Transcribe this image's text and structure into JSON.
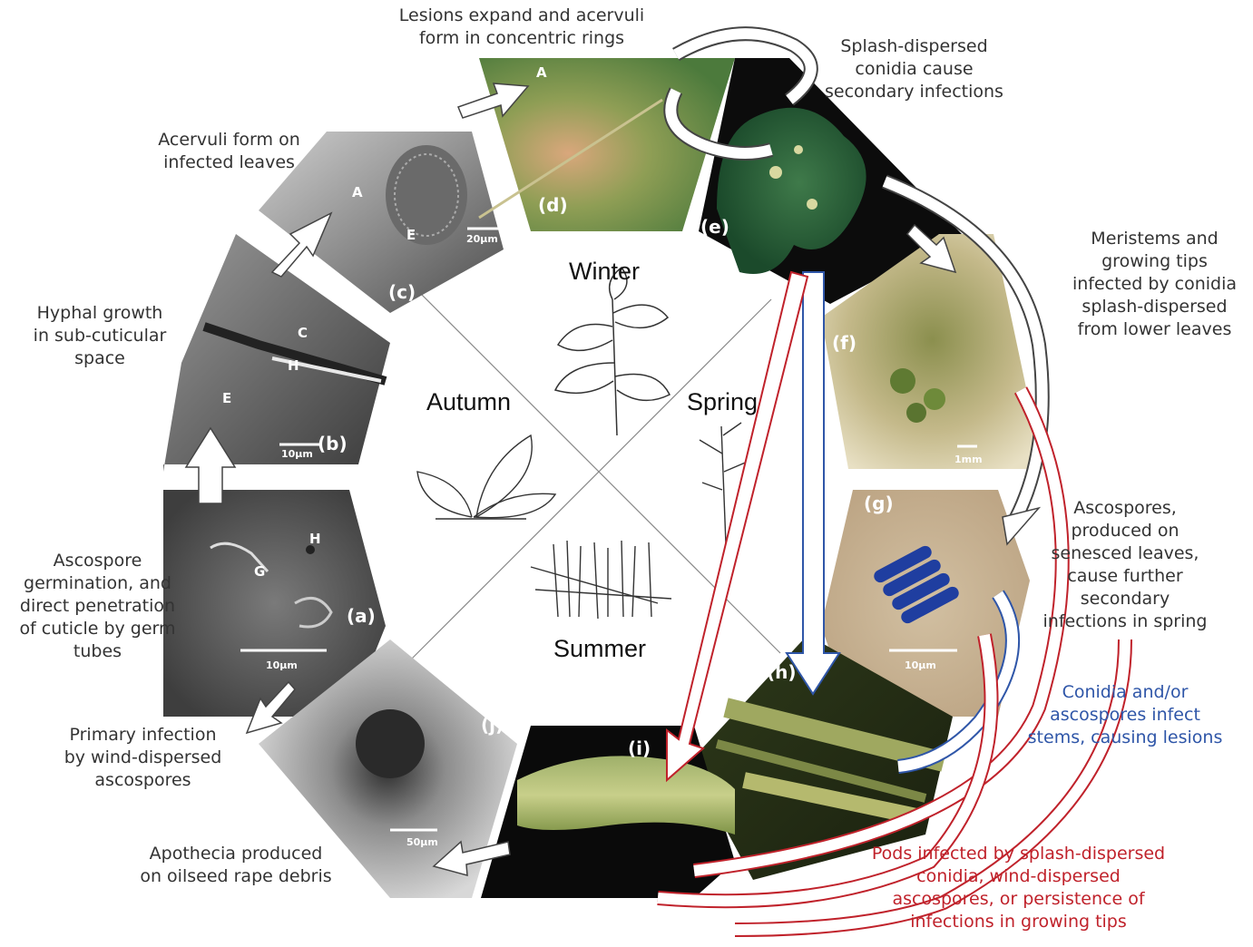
{
  "captions": {
    "a": "Ascospore\ngermination, and\ndirect penetration\nof cuticle by germ\ntubes",
    "b": "Hyphal growth\nin sub-cuticular\nspace",
    "c": "Acervuli form on\ninfected leaves",
    "d": "Lesions expand and acervuli\nform in concentric rings",
    "e": "Splash-dispersed\nconidia cause\nsecondary infections",
    "f": "Meristems and\ngrowing tips\ninfected by conidia\nsplash-dispersed\nfrom lower leaves",
    "g": "Ascospores,\nproduced  on\nsenesced leaves,\ncause further\nsecondary\ninfections in spring",
    "h": "Conidia and/or\nascospores infect\nstems, causing lesions",
    "i": "Pods infected by splash-dispersed\nconidia, wind-dispersed\nascospores, or persistence of\ninfections in growing tips",
    "j": "Primary infection\nby wind-dispersed\nascospores",
    "k": "Apothecia produced\non oilseed rape debris"
  },
  "seasons": {
    "winter": "Winter",
    "spring": "Spring",
    "summer": "Summer",
    "autumn": "Autumn"
  },
  "panel_labels": {
    "a": "(a)",
    "b": "(b)",
    "c": "(c)",
    "d": "(d)",
    "e": "(e)",
    "f": "(f)",
    "g": "(g)",
    "h": "(h)",
    "i": "(i)",
    "j": "(j)"
  },
  "image_markers": {
    "a_g": "G",
    "a_h": "H",
    "b_c": "C",
    "b_h": "H",
    "b_e": "E",
    "c_a": "A",
    "c_e": "E",
    "d_a": "A"
  },
  "scale_bars": {
    "a": "10µm",
    "b": "10µm",
    "c": "20µm",
    "f": "1mm",
    "g": "10µm",
    "j": "50µm"
  },
  "colors": {
    "red_path": "#c0222b",
    "blue_path": "#2f56a8",
    "caption_text": "#333333"
  }
}
